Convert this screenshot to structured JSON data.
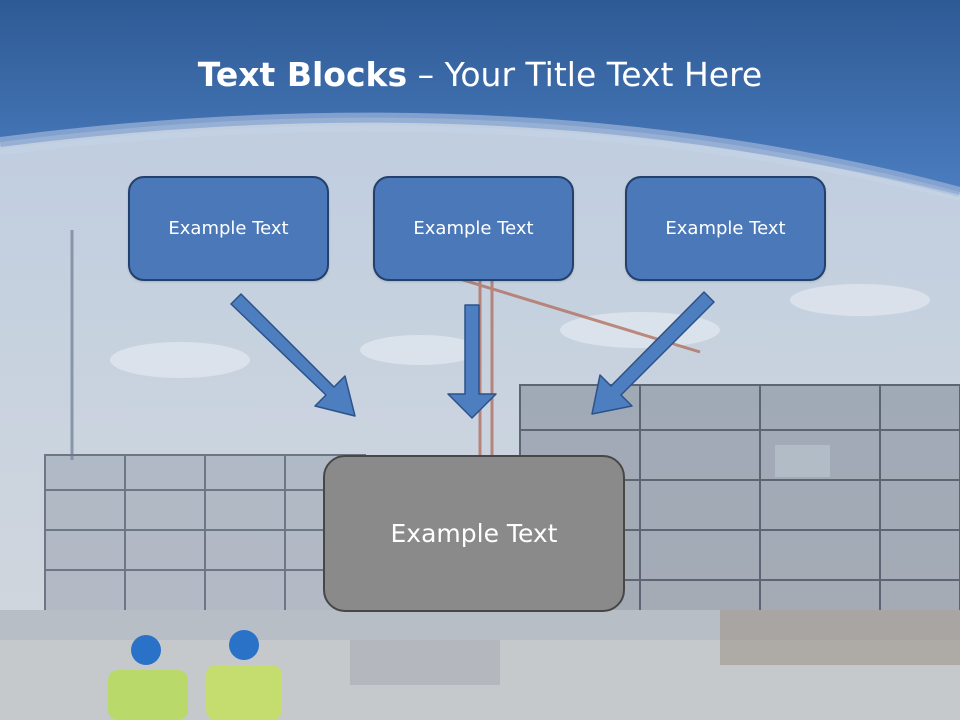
{
  "slide": {
    "title_bold": "Text Blocks",
    "title_rest": " – Your Title Text Here"
  },
  "boxes": {
    "left": "Example Text",
    "middle": "Example Text",
    "right": "Example Text",
    "result": "Example Text"
  },
  "colors": {
    "header_blue": "#4a78b8",
    "box_blue": "#4a78b8",
    "box_gray": "#8a8a8a",
    "arrow_fill": "#4d7ec0"
  }
}
